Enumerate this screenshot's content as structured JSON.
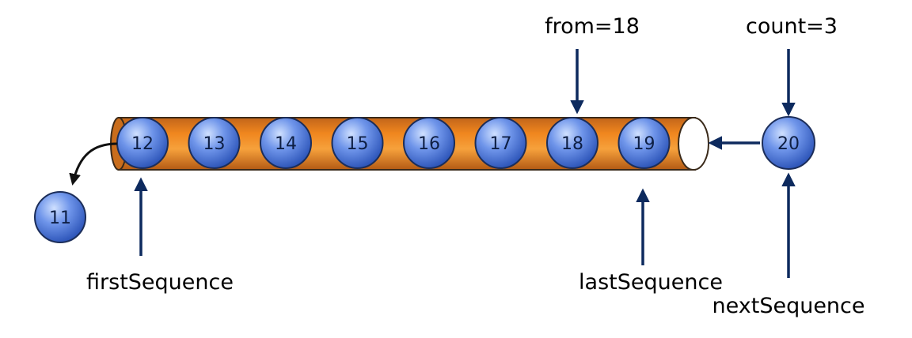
{
  "colors": {
    "tube_fill": "#f0861e",
    "tube_edge": "#3a2a1a",
    "ball_light": "#cfe0ff",
    "ball_mid": "#6f95ea",
    "ball_dark": "#2c54b8",
    "arrow": "#0d2a5e",
    "text": "#000000"
  },
  "queue": {
    "items": [
      "12",
      "13",
      "14",
      "15",
      "16",
      "17",
      "18",
      "19"
    ]
  },
  "dequeued": {
    "value": "11"
  },
  "incoming": {
    "value": "20"
  },
  "labels": {
    "from": "from=18",
    "count": "count=3",
    "first_sequence": "firstSequence",
    "last_sequence": "lastSequence",
    "next_sequence": "nextSequence"
  }
}
